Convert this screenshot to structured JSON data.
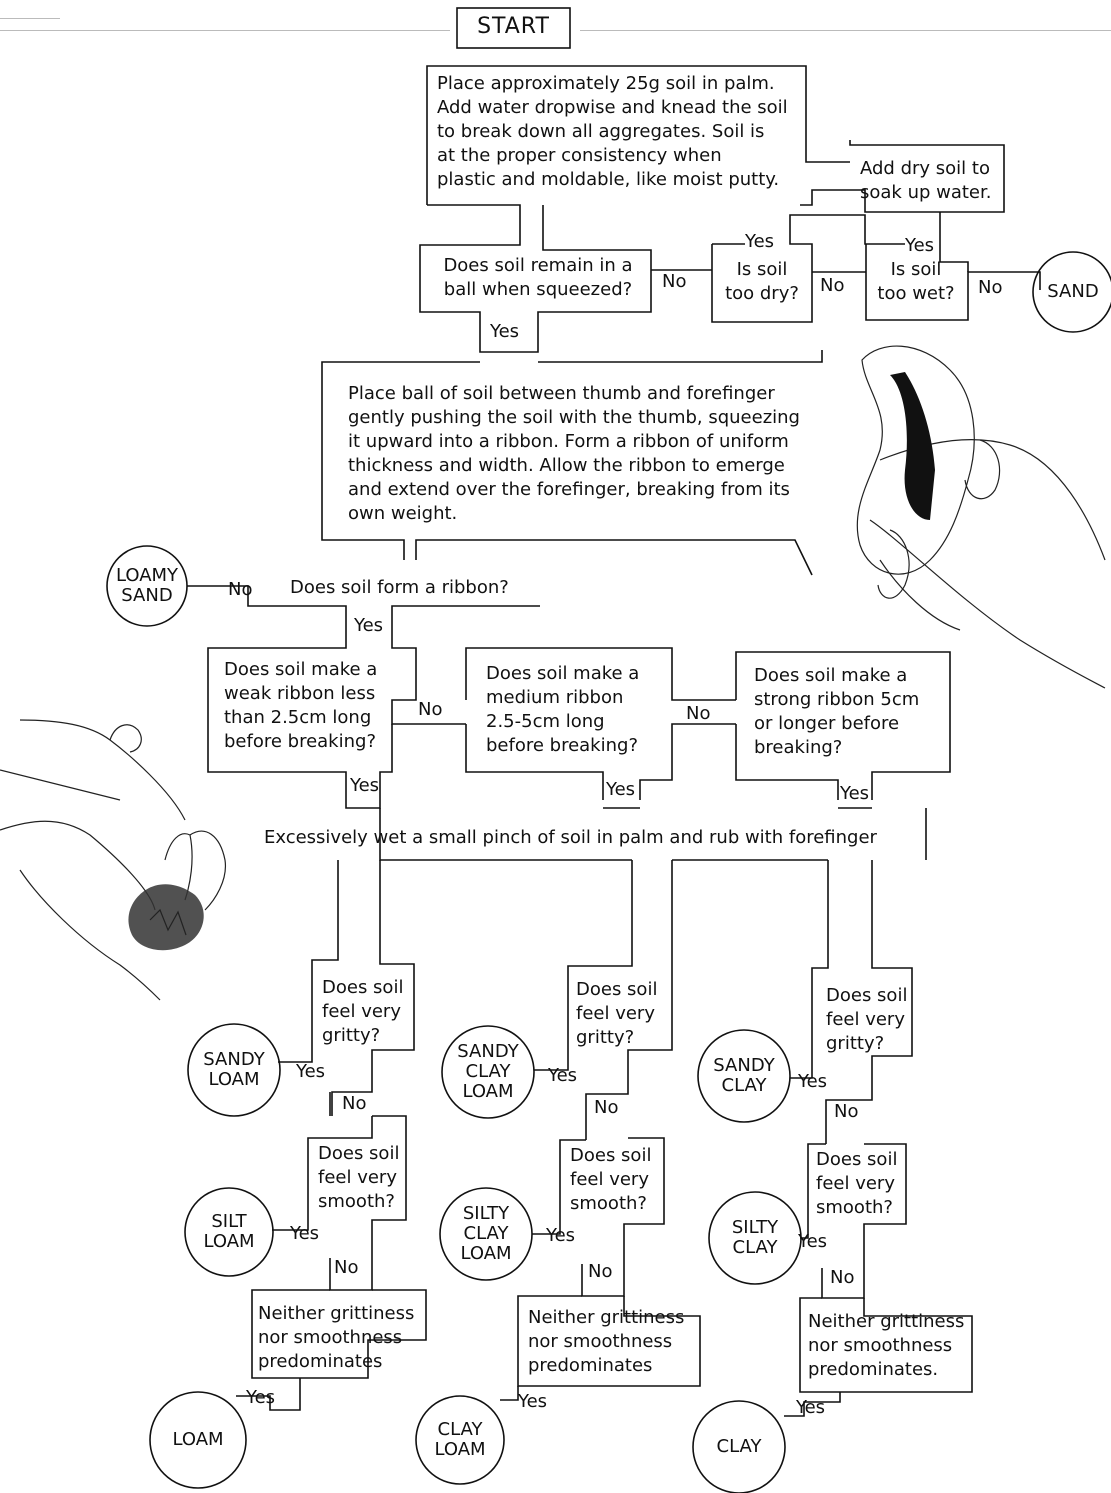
{
  "start": "START",
  "step_prepare": "Place approximately 25g soil in palm.\nAdd water dropwise and knead the soil\nto break down all aggregates. Soil is\nat the proper consistency when\nplastic and moldable, like moist putty.",
  "add_dry_soil": "Add dry soil to\nsoak up water.",
  "q_ball": "Does soil remain in a\nball when squeezed?",
  "q_too_dry": "Is soil\ntoo dry?",
  "q_too_wet": "Is soil\ntoo wet?",
  "step_ribbon": "Place ball of soil between thumb and forefinger\ngently pushing the soil with the thumb, squeezing\nit upward into a ribbon. Form a ribbon of uniform\nthickness and width. Allow the ribbon to emerge\nand extend over the forefinger, breaking from its\nown weight.",
  "q_forms_ribbon": "Does soil form a ribbon?",
  "q_weak": "Does soil make a\nweak ribbon less\nthan 2.5cm long\nbefore breaking?",
  "q_medium": "Does soil make a\nmedium ribbon\n2.5-5cm long\nbefore breaking?",
  "q_strong": "Does soil make a\nstrong ribbon 5cm\nor longer before\nbreaking?",
  "step_wet": "Excessively wet a small pinch of soil in palm and rub with forefinger",
  "q_gritty": "Does soil\nfeel very\ngritty?",
  "q_smooth": "Does soil\nfeel very\nsmooth?",
  "q_neither": "Neither grittiness\nnor smoothness\npredominates",
  "q_neither_c": "Neither grittiness\nnor smoothness\npredominates.",
  "yes": "Yes",
  "no": "No",
  "results": {
    "sand": "SAND",
    "loamy_sand": "LOAMY\nSAND",
    "sandy_loam": "SANDY\nLOAM",
    "silt_loam": "SILT\nLOAM",
    "loam": "LOAM",
    "sandy_clay_loam": "SANDY\nCLAY\nLOAM",
    "silty_clay_loam": "SILTY\nCLAY\nLOAM",
    "clay_loam": "CLAY\nLOAM",
    "sandy_clay": "SANDY\nCLAY",
    "silty_clay": "SILTY\nCLAY",
    "clay": "CLAY"
  }
}
